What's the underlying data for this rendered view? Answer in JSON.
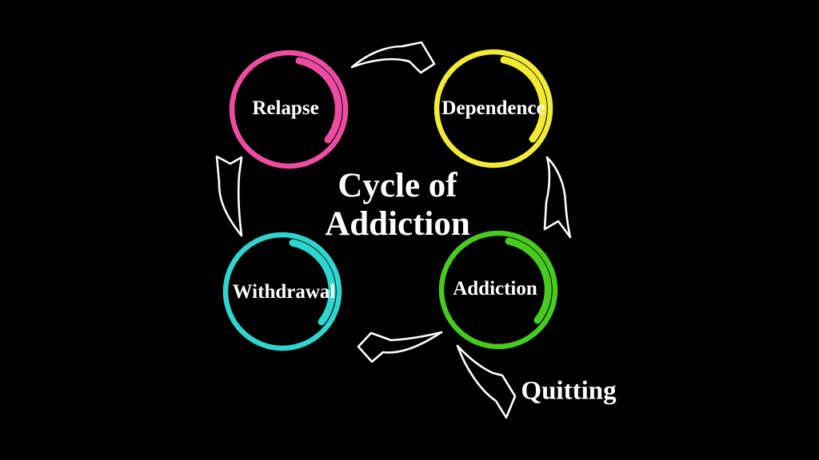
{
  "title": {
    "line1": "Cycle of",
    "line2": "Addiction"
  },
  "nodes": [
    {
      "id": "relapse",
      "label": "Relapse",
      "color": "#ee4ba3"
    },
    {
      "id": "dependence",
      "label": "Dependence",
      "color": "#f2ea33"
    },
    {
      "id": "withdrawal",
      "label": "Withdrawal",
      "color": "#2fd5cf"
    },
    {
      "id": "addiction",
      "label": "Addiction",
      "color": "#47cb1f"
    }
  ],
  "exit": {
    "label": "Quitting"
  },
  "arrows": [
    {
      "id": "relapse-to-dependence",
      "from": "Relapse",
      "to": "Dependence"
    },
    {
      "id": "dependence-to-addiction",
      "from": "Dependence",
      "to": "Addiction"
    },
    {
      "id": "addiction-to-withdrawal",
      "from": "Addiction",
      "to": "Withdrawal"
    },
    {
      "id": "withdrawal-to-relapse",
      "from": "Withdrawal",
      "to": "Relapse"
    },
    {
      "id": "addiction-to-quitting",
      "from": "Addiction",
      "to": "Quitting"
    }
  ],
  "colors": {
    "background": "#000000",
    "text": "#ffffff",
    "arrow_outline": "#ffffff"
  }
}
